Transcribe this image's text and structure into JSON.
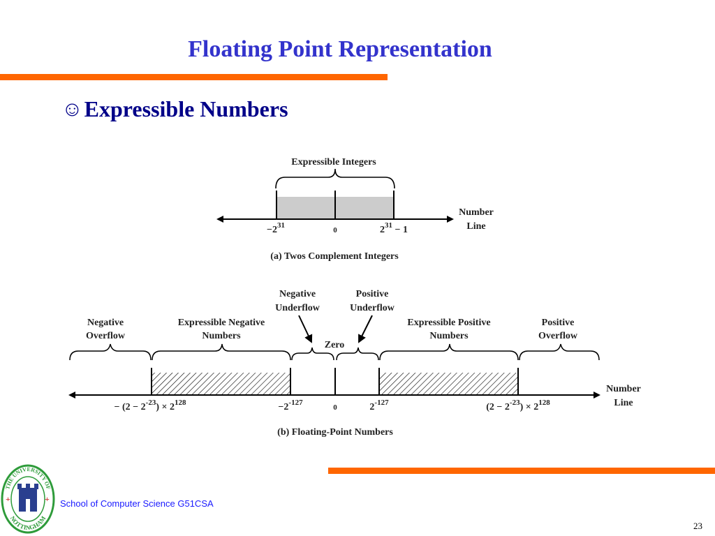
{
  "slide": {
    "title": "Floating Point Representation",
    "bullet_icon": "smiley-icon",
    "bullet_text": "Expressible Numbers",
    "footer": "School of Computer Science G51CSA",
    "page_number": "23",
    "accent_color": "#ff6600",
    "title_color": "#3333cc"
  },
  "diagram_a": {
    "brace_label": "Expressible Integers",
    "min_label_base": "−2",
    "min_label_exp": "31",
    "zero_label": "0",
    "max_label_base": "2",
    "max_label_exp": "31",
    "max_label_suffix": "− 1",
    "axis_label_1": "Number",
    "axis_label_2": "Line",
    "caption": "(a) Twos Complement Integers"
  },
  "diagram_b": {
    "neg_overflow_1": "Negative",
    "neg_overflow_2": "Overflow",
    "expr_neg_1": "Expressible Negative",
    "expr_neg_2": "Numbers",
    "neg_underflow_1": "Negative",
    "neg_underflow_2": "Underflow",
    "pos_underflow_1": "Positive",
    "pos_underflow_2": "Underflow",
    "zero_word": "Zero",
    "expr_pos_1": "Expressible Positive",
    "expr_pos_2": "Numbers",
    "pos_overflow_1": "Positive",
    "pos_overflow_2": "Overflow",
    "tick_min_pre": "− (2 − 2",
    "tick_min_exp1": "-23",
    "tick_min_mid": ") × 2",
    "tick_min_exp2": "128",
    "tick_negsmall_base": "−2",
    "tick_negsmall_exp": "-127",
    "tick_zero": "0",
    "tick_possmall_base": "2",
    "tick_possmall_exp": "-127",
    "tick_max_pre": "(2 − 2",
    "tick_max_exp1": "-23",
    "tick_max_mid": ") × 2",
    "tick_max_exp2": "128",
    "axis_label_1": "Number",
    "axis_label_2": "Line",
    "caption": "(b) Floating-Point Numbers"
  },
  "logo": {
    "ring_text_top": "THE UNIVERSITY OF",
    "ring_text_bottom": "NOTTINGHAM"
  }
}
